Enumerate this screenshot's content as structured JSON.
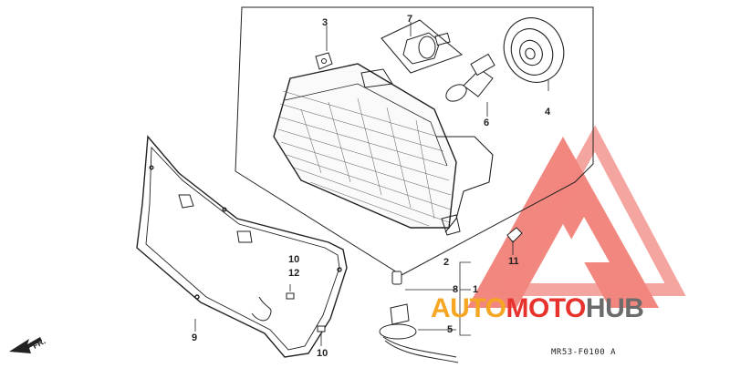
{
  "callouts": {
    "c1": "1",
    "c2": "2",
    "c3": "3",
    "c4": "4",
    "c5": "5",
    "c6": "6",
    "c7": "7",
    "c8": "8",
    "c9": "9",
    "c10a": "10",
    "c10b": "10",
    "c11": "11",
    "c12": "12"
  },
  "direction_marker": "FR.",
  "drawing_code": "MR53-F0100 A",
  "watermark": {
    "part1": "AUTO",
    "part2": "MOTO",
    "part3": "HUB",
    "colors": {
      "orange": "#f5a623",
      "red": "#e8322d",
      "gray": "#6b6b6b"
    }
  }
}
